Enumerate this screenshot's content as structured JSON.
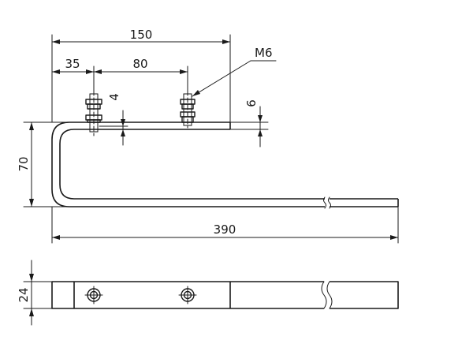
{
  "dimensions": {
    "overall_top": "150",
    "offset_first_bolt": "35",
    "bolt_spacing": "80",
    "clearance_small": "4",
    "thickness": "6",
    "thread_callout": "M6",
    "height": "70",
    "total_length": "390",
    "width": "24"
  }
}
